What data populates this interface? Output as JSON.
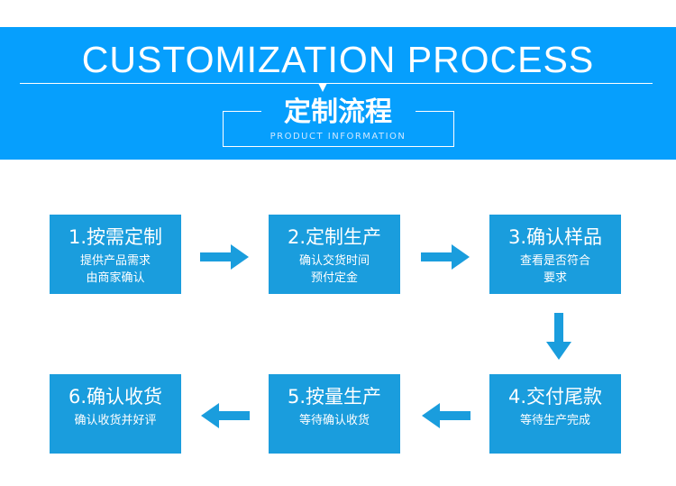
{
  "header": {
    "title_en": "CUSTOMIZATION PROCESS",
    "title_cn": "定制流程",
    "subtitle": "PRODUCT INFORMATION"
  },
  "colors": {
    "banner": "#069ffd",
    "box": "#1a9ddd"
  },
  "steps": [
    {
      "title": "1.按需定制",
      "lines": [
        "提供产品需求",
        "由商家确认"
      ]
    },
    {
      "title": "2.定制生产",
      "lines": [
        "确认交货时间",
        "预付定金"
      ]
    },
    {
      "title": "3.确认样品",
      "lines": [
        "查看是否符合",
        "要求"
      ]
    },
    {
      "title": "4.交付尾款",
      "lines": [
        "等待生产完成"
      ]
    },
    {
      "title": "5.按量生产",
      "lines": [
        "等待确认收货"
      ]
    },
    {
      "title": "6.确认收货",
      "lines": [
        "确认收货并好评"
      ]
    }
  ]
}
